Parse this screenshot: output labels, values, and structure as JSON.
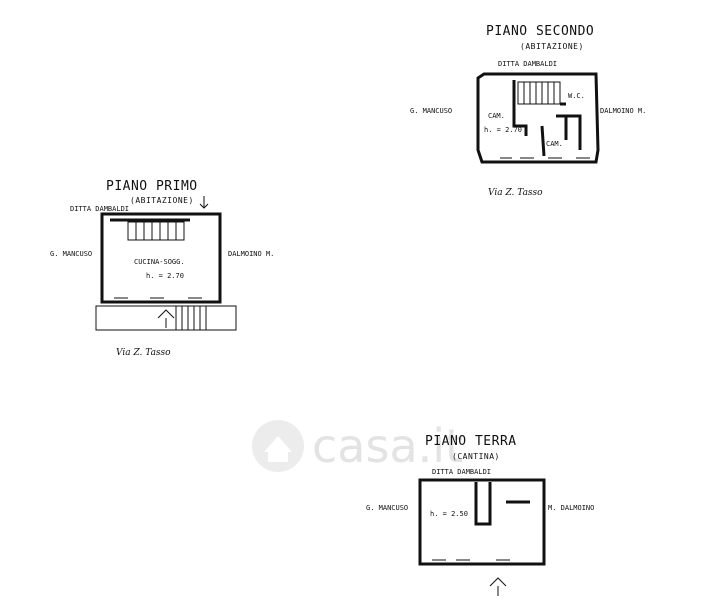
{
  "watermark": {
    "text": "casa.it"
  },
  "floors": {
    "secondo": {
      "title": "PIANO SECONDO",
      "subtitle": "(ABITAZIONE)",
      "top_label": "DITTA DAMBALDI",
      "left_label": "G. MANCUSO",
      "right_label": "DALMOINO M.",
      "room_cam1": "CAM.",
      "room_height": "h. = 2.70",
      "room_wc": "W.C.",
      "room_cam2": "CAM.",
      "street": "Via Z. Tasso"
    },
    "primo": {
      "title": "PIANO PRIMO",
      "subtitle": "(ABITAZIONE)",
      "top_label": "DITTA DAMBALDI",
      "left_label": "G. MANCUSO",
      "right_label": "DALMOINO M.",
      "room_name": "CUCINA-SOGG.",
      "room_height": "h. = 2.70",
      "street": "Via Z. Tasso"
    },
    "terra": {
      "title": "PIANO TERRA",
      "subtitle": "(CANTINA)",
      "top_label": "DITTA DAMBALDI",
      "left_label": "G. MANCUSO",
      "right_label": "M. DALMOINO",
      "room_height": "h. = 2.50"
    }
  }
}
